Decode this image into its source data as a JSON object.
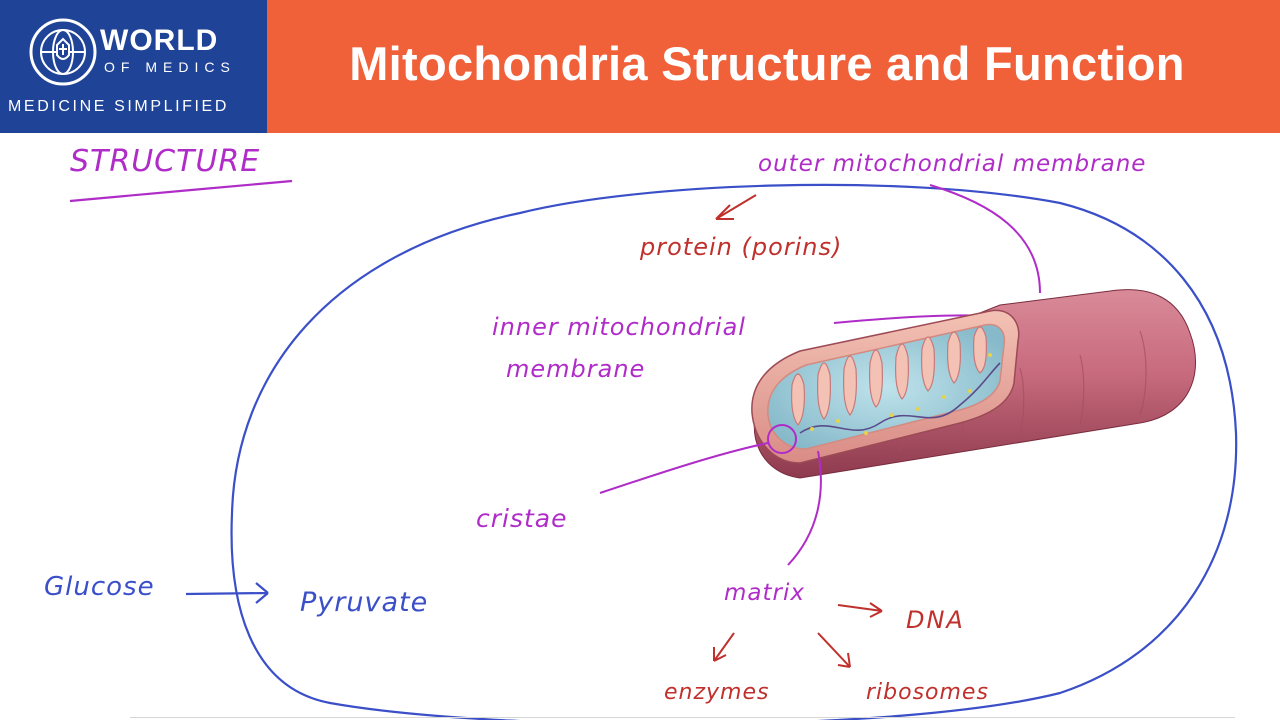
{
  "header": {
    "title": "Mitochondria Structure and Function",
    "logo_line1": "WORLD",
    "logo_line2": "OF MEDICS",
    "logo_tagline": "MEDICINE SIMPLIFIED"
  },
  "annotations": {
    "structure_heading": "STRUCTURE",
    "outer_membrane": "outer mitochondrial membrane",
    "protein": "protein (porins)",
    "inner_line1": "inner mitochondrial",
    "inner_line2": "membrane",
    "cristae": "cristae",
    "glucose": "Glucose",
    "pyruvate": "Pyruvate",
    "matrix": "matrix",
    "dna": "DNA",
    "enzymes": "enzymes",
    "ribosomes": "ribosomes"
  },
  "colors": {
    "header_orange": "#f0613a",
    "logo_blue": "#1f4397",
    "pen_magenta": "#b02cc8",
    "pen_red": "#c0302c",
    "pen_blue": "#3a4fc8",
    "membrane_pink": "#b9586b"
  },
  "icons": [
    "world-of-medics-logo-icon"
  ]
}
